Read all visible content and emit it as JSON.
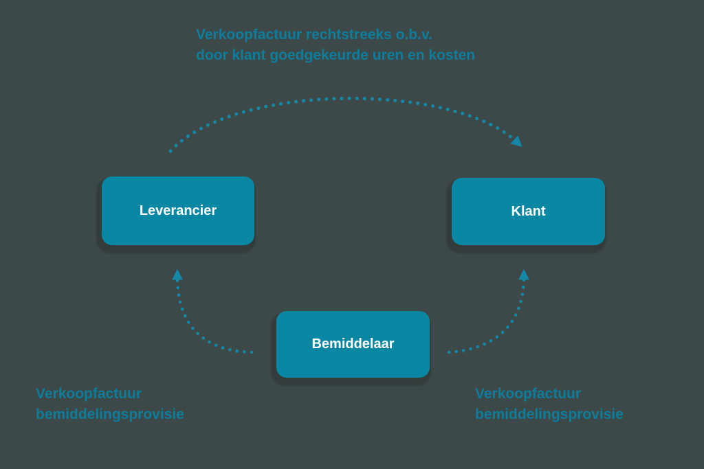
{
  "colors": {
    "background": "#3d4948",
    "box_fill": "#0a87a2",
    "accent_text": "#0d7d9b",
    "arrow": "#1488a6",
    "box_label": "#ffffff"
  },
  "annotations": {
    "top": {
      "line1": "Verkoopfactuur rechtstreeks o.b.v.",
      "line2": "door klant goedgekeurde uren en kosten"
    },
    "bottom_left": {
      "line1": "Verkoopfactuur",
      "line2": "bemiddelingsprovisie"
    },
    "bottom_right": {
      "line1": "Verkoopfactuur",
      "line2": "bemiddelingsprovisie"
    }
  },
  "nodes": {
    "leverancier": {
      "label": "Leverancier"
    },
    "klant": {
      "label": "Klant"
    },
    "bemiddelaar": {
      "label": "Bemiddelaar"
    }
  },
  "arrows": {
    "leverancier_to_klant": "dotted arc from Leverancier to Klant",
    "bemiddelaar_to_leverancier": "dotted curve from Bemiddelaar to Leverancier",
    "bemiddelaar_to_klant": "dotted curve from Bemiddelaar to Klant"
  }
}
